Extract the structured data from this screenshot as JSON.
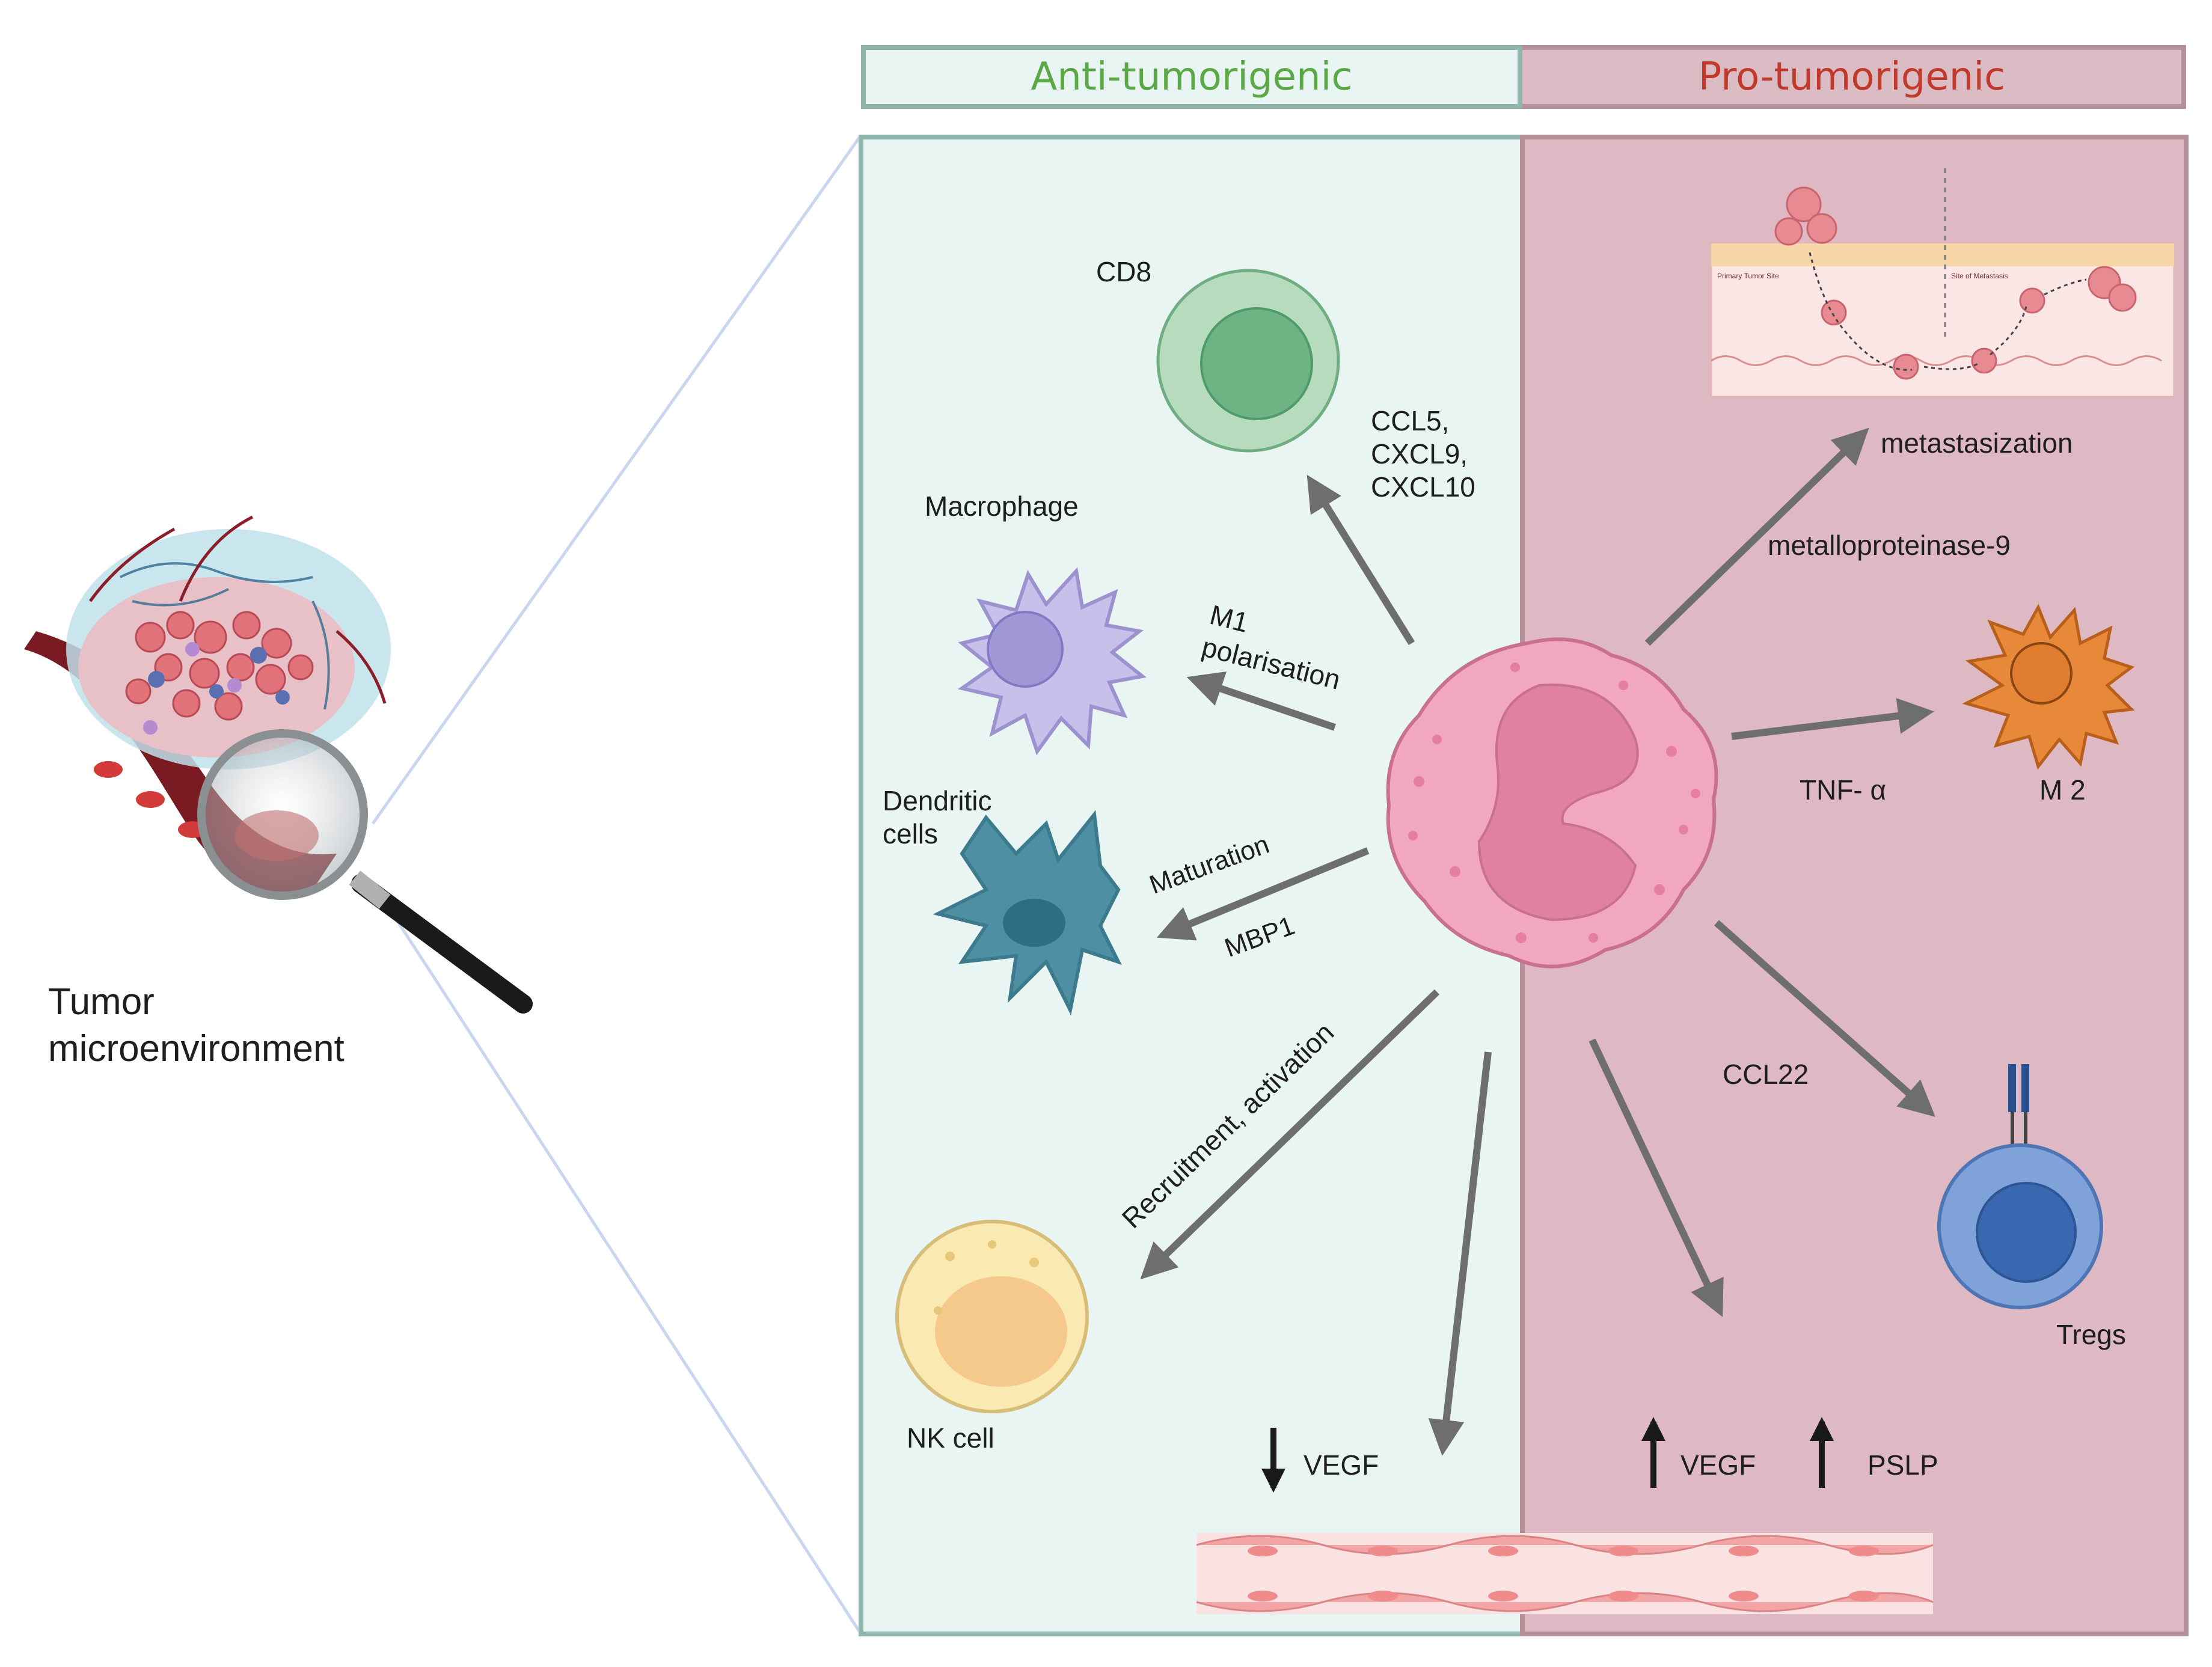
{
  "headers": {
    "anti": "Anti-tumorigenic",
    "pro": "Pro-tumorigenic"
  },
  "colors": {
    "anti_text": "#5aa944",
    "pro_text": "#c0392b",
    "anti_panel": "#e8f5f3",
    "pro_panel": "#deb9c3",
    "neutrophil": "#f2a7c0",
    "arrow": "#6e6e6e"
  },
  "overview": {
    "title_line1": "Tumor",
    "title_line2": "microenvironment"
  },
  "anti_cells": {
    "cd8": "CD8",
    "macrophage": "Macrophage",
    "dendritic_line1": "Dendritic",
    "dendritic_line2": "cells",
    "nk": "NK cell"
  },
  "anti_effects": {
    "chemokines_line1": "CCL5,",
    "chemokines_line2": "CXCL9,",
    "chemokines_line3": "CXCL10",
    "m1_line1": "M1",
    "m1_line2": "polarisation",
    "maturation": "Maturation",
    "mbp1": "MBP1",
    "recruitment": "Recruitment, activation",
    "vegf_down": "VEGF"
  },
  "pro_cells": {
    "metastasization": "metastasization",
    "m2": "M 2",
    "tregs": "Tregs"
  },
  "pro_effects": {
    "mmp9": "metalloproteinase-9",
    "tnf": "TNF- α",
    "ccl22": "CCL22",
    "vegf_up": "VEGF",
    "pslp_up": "PSLP"
  },
  "metastasis_inset": {
    "primary_site": "Primary Tumor Site",
    "metastasis_site": "Site of Metastasis"
  }
}
